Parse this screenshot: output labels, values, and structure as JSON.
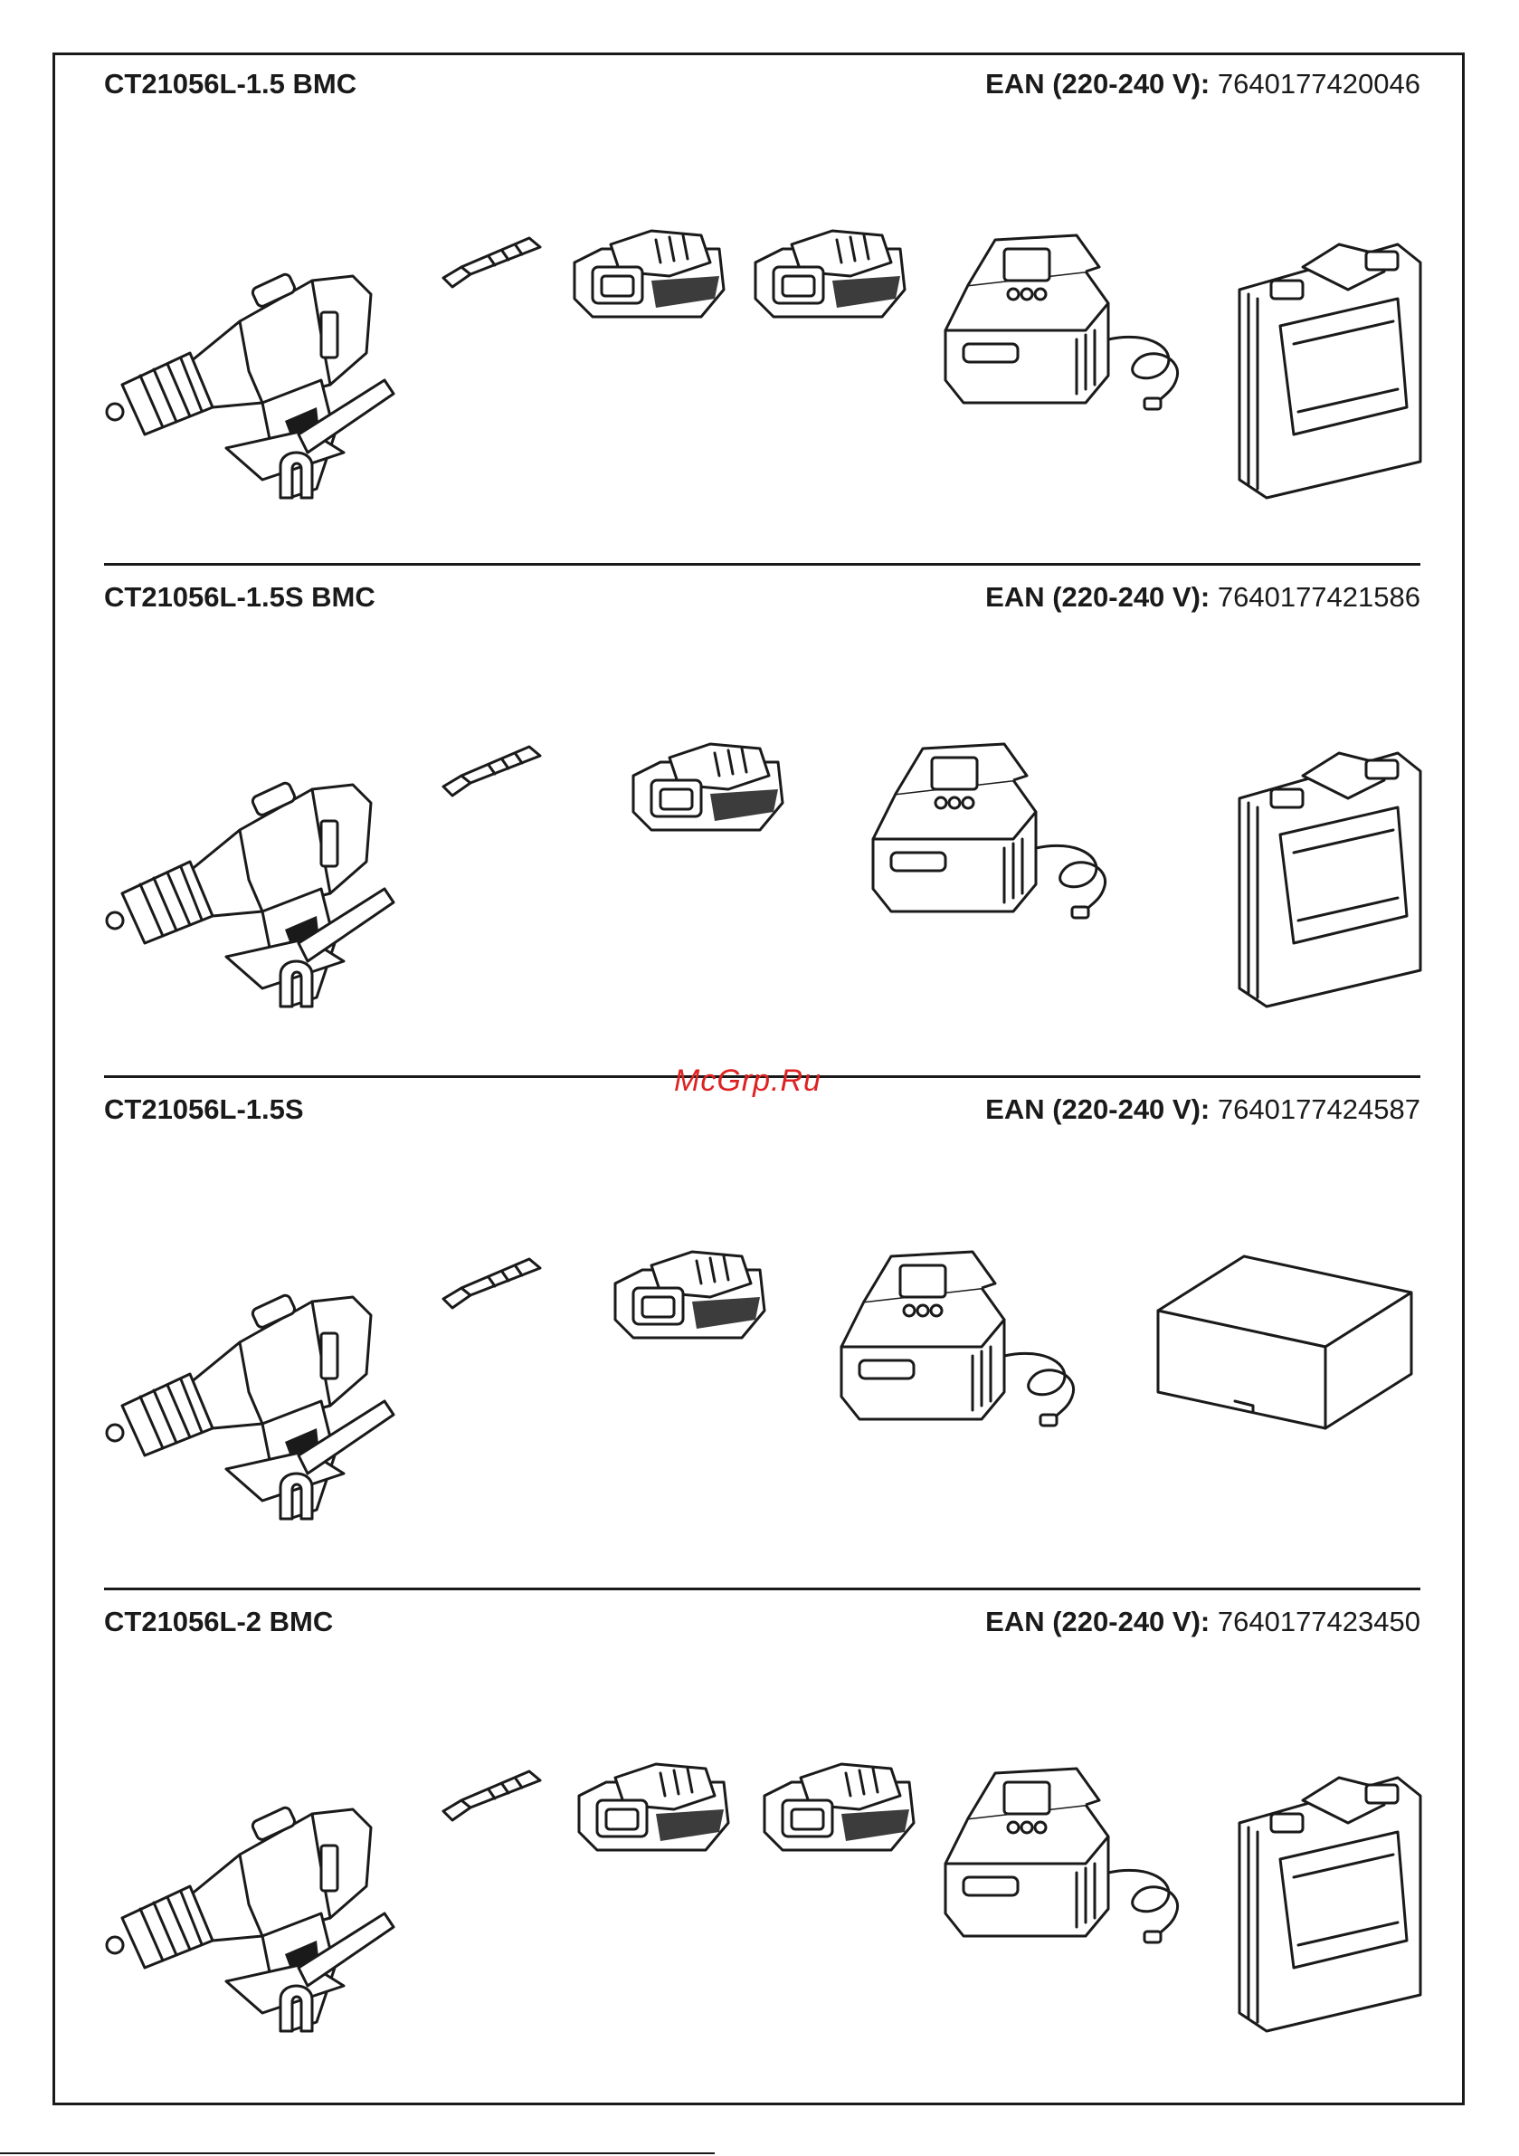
{
  "sections": [
    {
      "model": "CT21056L-1.5 BMC",
      "ean_label": "EAN (220-240 V):",
      "ean_value": "7640177420046",
      "items": [
        "drill-icon",
        "bit-icon",
        "battery-icon",
        "battery-icon",
        "charger-icon",
        "case-icon"
      ]
    },
    {
      "model": "CT21056L-1.5S BMC",
      "ean_label": "EAN (220-240 V):",
      "ean_value": "7640177421586",
      "items": [
        "drill-icon",
        "bit-icon",
        "battery-icon",
        "charger-icon",
        "case-icon"
      ]
    },
    {
      "model": "CT21056L-1.5S",
      "ean_label": "EAN (220-240 V):",
      "ean_value": "7640177424587",
      "items": [
        "drill-icon",
        "bit-icon",
        "battery-icon",
        "charger-icon",
        "box-icon"
      ]
    },
    {
      "model": "CT21056L-2 BMC",
      "ean_label": "EAN (220-240 V):",
      "ean_value": "7640177423450",
      "items": [
        "drill-icon",
        "bit-icon",
        "battery-icon",
        "battery-icon",
        "charger-icon",
        "case-icon"
      ]
    }
  ],
  "watermark": "McGrp.Ru"
}
